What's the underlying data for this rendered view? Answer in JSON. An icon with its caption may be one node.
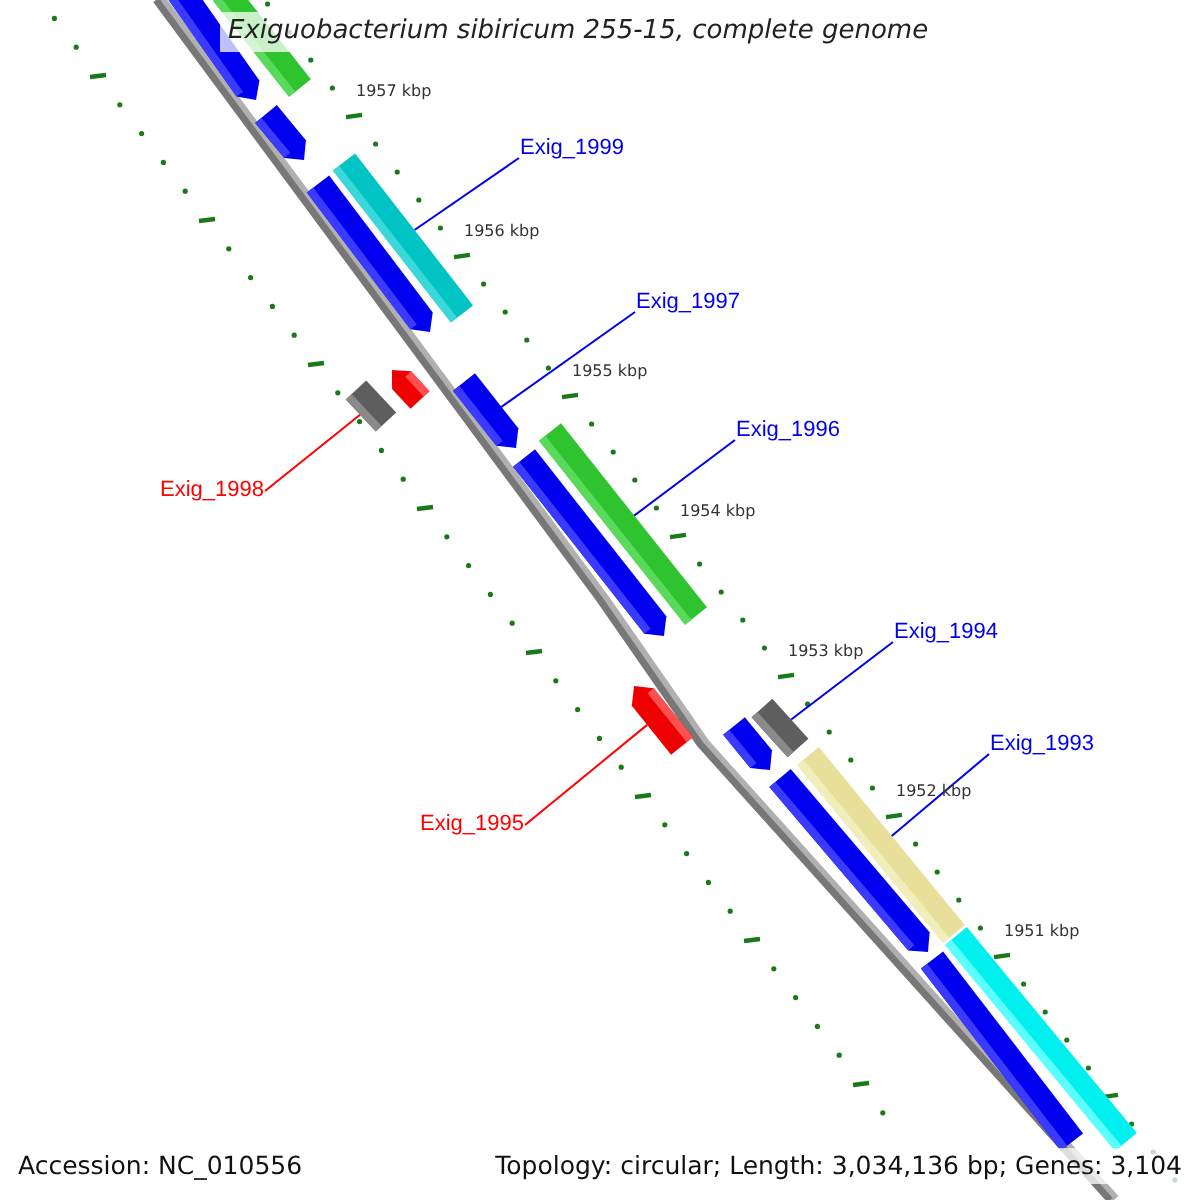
{
  "diagram": {
    "title": "Exiguobacterium sibiricum 255-15, complete genome",
    "nodes": [
      {
        "text": [
          "Exig_1999"
        ]
      },
      {
        "text": [],
        "shape": "bar"
      },
      {
        "text": [
          "Exig_1997"
        ]
      },
      {
        "text": [],
        "shape": "arrow"
      },
      {
        "text": [
          "Exig_1998"
        ]
      },
      {
        "text": [],
        "shape": "box"
      },
      {
        "text": [
          "Exig_1996"
        ]
      },
      {
        "text": [],
        "shape": "bar"
      },
      {
        "text": [
          "Exig_1994"
        ]
      },
      {
        "text": [],
        "shape": "box"
      },
      {
        "text": [
          "Exig_1995"
        ]
      },
      {
        "text": [],
        "shape": "arrow"
      },
      {
        "text": [
          "Exig_1993"
        ]
      },
      {
        "text": [],
        "shape": "bar"
      },
      {
        "text": [],
        "shape": "arrow"
      },
      {
        "text": [],
        "shape": "bar"
      },
      {
        "text": [],
        "shape": "arrow"
      },
      {
        "text": [],
        "shape": "arrow"
      },
      {
        "text": [],
        "shape": "arrow"
      },
      {
        "text": [],
        "shape": "arrow"
      },
      {
        "text": [],
        "shape": "arrow"
      },
      {
        "text": [],
        "shape": "arrow"
      },
      {
        "text": [],
        "shape": "bar"
      },
      {
        "text": [],
        "shape": "bar"
      }
    ],
    "edges": [
      {
        "from": 0,
        "to": 1,
        "arrow": "none"
      },
      {
        "from": 2,
        "to": 3,
        "arrow": "none"
      },
      {
        "from": 4,
        "to": 5,
        "arrow": "none",
        "color": "#ff0000"
      },
      {
        "from": 6,
        "to": 7,
        "arrow": "none"
      },
      {
        "from": 8,
        "to": 9,
        "arrow": "none"
      },
      {
        "from": 10,
        "to": 11,
        "arrow": "none",
        "color": "#ff0000"
      },
      {
        "from": 12,
        "to": 13,
        "arrow": "none"
      }
    ],
    "labels": [
      "1957 kbp",
      "1956 kbp",
      "1955 kbp",
      "1954 kbp",
      "1953 kbp",
      "1952 kbp",
      "1951 kbp",
      "Accession: NC_010556",
      "Topology: circular; Length: 3,034,136 bp; Genes: 3,104"
    ]
  }
}
